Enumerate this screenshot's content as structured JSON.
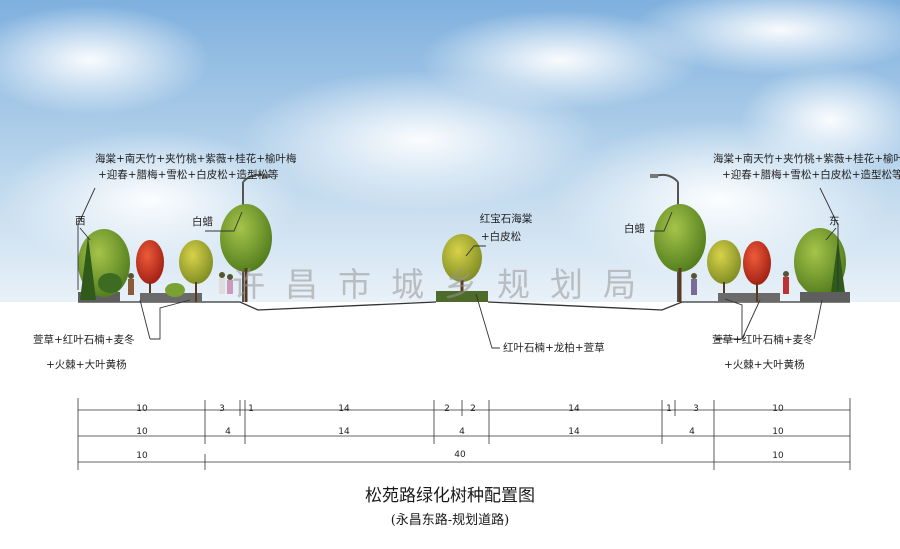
{
  "labels": {
    "west_upper_1": "海棠+南天竹+夹竹桃+紫薇+桂花+榆叶梅",
    "west_upper_2": "+迎春+腊梅+雪松+白皮松+造型松等",
    "east_upper_1": "海棠+南天竹+夹竹桃+紫薇+桂花+榆叶梅",
    "east_upper_2": "+迎春+腊梅+雪松+白皮松+造型松等",
    "west": "西",
    "east": "东",
    "baila_left": "白蜡",
    "baila_right": "白蜡",
    "median_upper_1": "红宝石海棠",
    "median_upper_2": "+白皮松",
    "median_lower": "红叶石楠+龙柏+萱草",
    "west_lower_1": "萱草+红叶石楠+麦冬",
    "west_lower_2": "+火棘+大叶黄杨",
    "east_lower_1": "萱草+红叶石楠+麦冬",
    "east_lower_2": "+火棘+大叶黄杨"
  },
  "watermark": "许昌市城乡规划局",
  "dimensions": {
    "row1": [
      "10",
      "3",
      "1",
      "14",
      "2",
      "2",
      "14",
      "1",
      "3",
      "10"
    ],
    "row2": [
      "10",
      "4",
      "14",
      "4",
      "14",
      "4",
      "10"
    ],
    "row3": [
      "10",
      "40",
      "10"
    ]
  },
  "title": "松苑路绿化树种配置图",
  "subtitle": "(永昌东路-规划道路)",
  "colors": {
    "sky": "#9fc4e4",
    "tree_green": "#6f9a2c",
    "red_tree": "#c8321e",
    "line": "#333333"
  }
}
